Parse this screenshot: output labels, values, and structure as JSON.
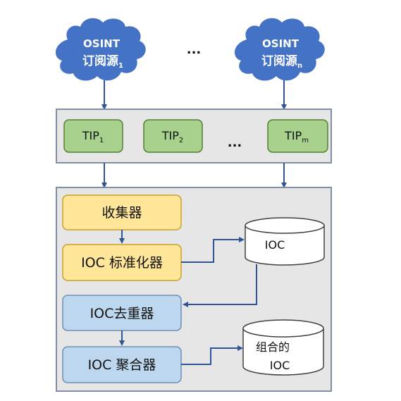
{
  "sources": [
    {
      "main": "OSINT",
      "sub": "订阅源",
      "subscript": "1"
    },
    {
      "main": "OSINT",
      "sub": "订阅源",
      "subscript": "n"
    }
  ],
  "source_ellipsis": "...",
  "tips": [
    {
      "label": "TIP",
      "subscript": "1"
    },
    {
      "label": "TIP",
      "subscript": "2"
    },
    {
      "label": "TIP",
      "subscript": "m"
    }
  ],
  "tip_ellipsis": "...",
  "pipeline": {
    "collector": "收集器",
    "normalizer": "IOC 标准化器",
    "deduplicator": "IOC去重器",
    "aggregator": "IOC 聚合器"
  },
  "databases": {
    "ioc": "IOC",
    "combined_line1": "组合的",
    "combined_line2": "IOC"
  },
  "colors": {
    "cloud": "#4472c4",
    "arrow": "#2f5597",
    "panel_fill": "#e6e6e6",
    "panel_border": "#7f8fa6",
    "tip_fill": "#a9d18e",
    "tip_border": "#538135",
    "yellow_fill": "#ffe699",
    "yellow_border": "#c9a227",
    "blue_fill": "#bdd7ee",
    "blue_border": "#6f8fb3",
    "db_fill": "#ffffff",
    "db_border": "#404040"
  }
}
